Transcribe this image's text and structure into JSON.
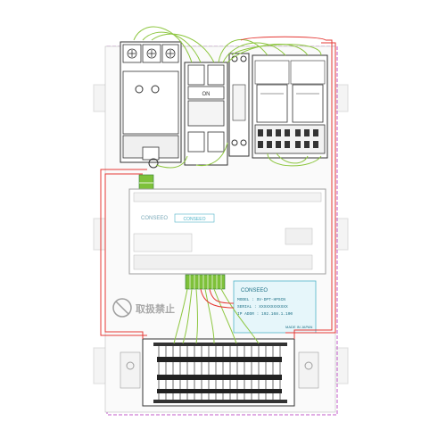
{
  "breaker": {
    "label": "ON"
  },
  "controller": {
    "logo": "CONSEEO",
    "label_id": "CONSEEO"
  },
  "nameplate": {
    "brand": "CONSEEO",
    "model_line": "MODEL : SV-DPT-HPSCN",
    "serial_line": "SERIAL : XXXXXXXXXXXX",
    "ip_line": "IP ADDR : 192.168.1.100",
    "origin": "MADE IN JAPAN"
  },
  "warning": {
    "text": "取扱禁止"
  },
  "colors": {
    "wire_green": "#8dc63f",
    "wire_red": "#e53935",
    "enclosure_dash": "#c158c8",
    "plate_blue": "#4fb3c8",
    "terminal_green": "#7ec13a"
  }
}
